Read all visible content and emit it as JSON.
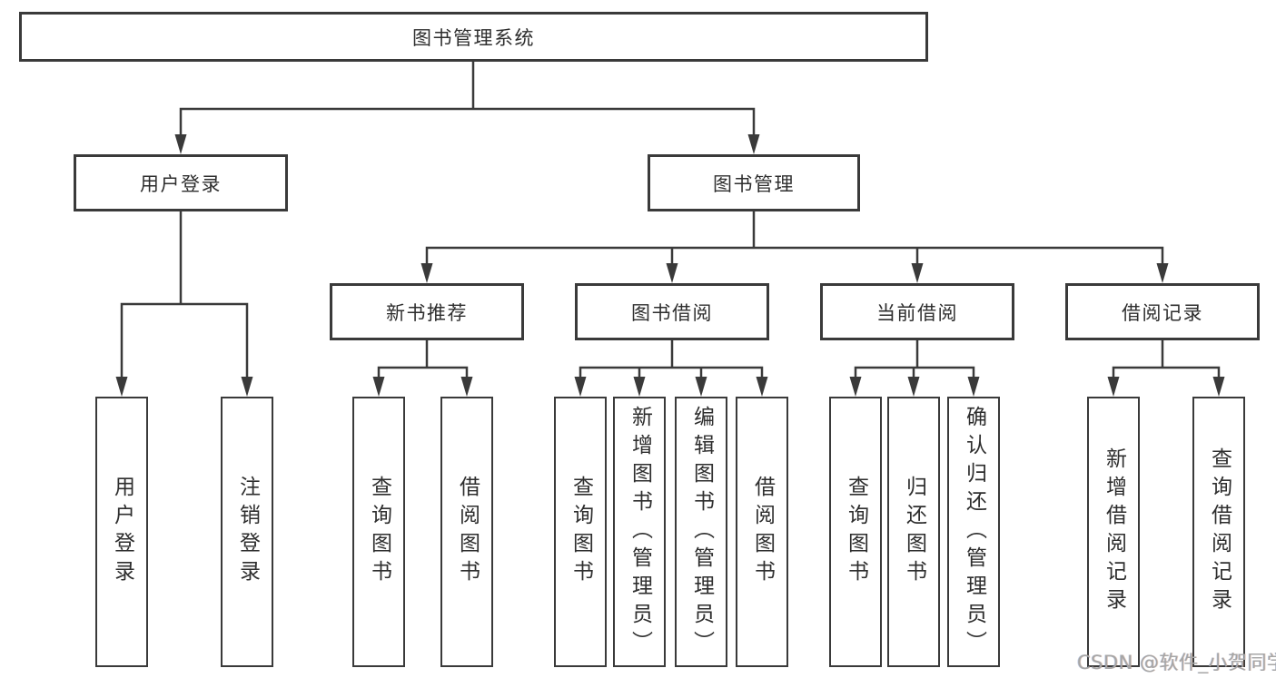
{
  "nodes": {
    "root": "图书管理系统",
    "level1": {
      "user_login": "用户登录",
      "book_mgmt": "图书管理"
    },
    "level2": {
      "new_book": "新书推荐",
      "book_borrow": "图书借阅",
      "current_borrow": "当前借阅",
      "borrow_record": "借阅记录"
    },
    "leaves": {
      "user_login": [
        "用户登录",
        "注销登录"
      ],
      "new_book": [
        "查询图书",
        "借阅图书"
      ],
      "book_borrow": [
        "查询图书",
        "新增图书（管理员）",
        "编辑图书（管理员）",
        "借阅图书"
      ],
      "current_borrow": [
        "查询图书",
        "归还图书",
        "确认归还（管理员）"
      ],
      "borrow_record": [
        "新增借阅记录",
        "查询借阅记录"
      ]
    }
  },
  "watermark": "CSDN @软件_小贺同学",
  "colors": {
    "line": "#3a3a3a",
    "text": "#2e2e2e",
    "watermark": "#a6a6a6",
    "background": "#ffffff"
  }
}
